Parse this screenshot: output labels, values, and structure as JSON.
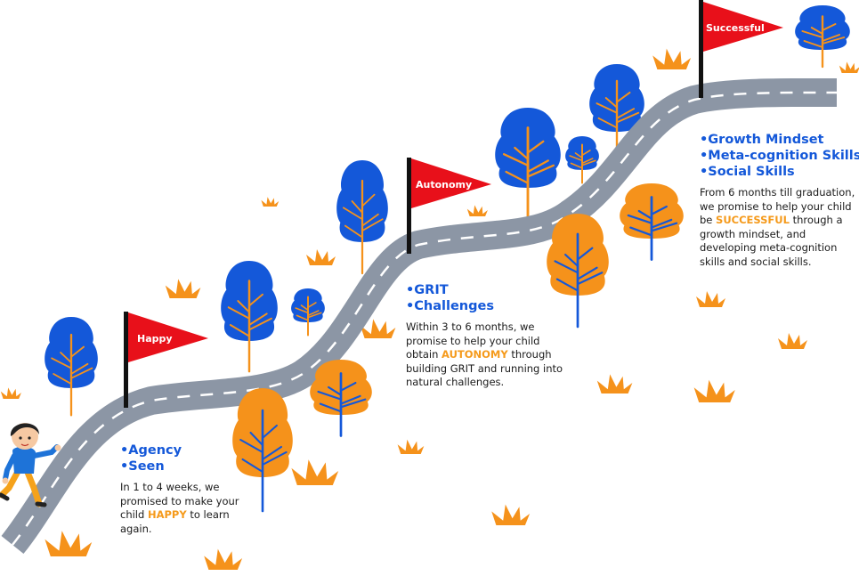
{
  "colors": {
    "road": "#8c96a5",
    "blue_tree": "#1458d9",
    "orange_tree": "#f5921b",
    "flag": "#e8101a",
    "heading": "#1458d9",
    "highlight": "#f59a1b"
  },
  "flags": [
    {
      "label": "Happy"
    },
    {
      "label": "Autonomy"
    },
    {
      "label": "Successful"
    }
  ],
  "stages": [
    {
      "headings": [
        "•Agency",
        "•Seen"
      ],
      "text_before": "In 1 to 4 weeks, we promised to make your child ",
      "highlight": "HAPPY",
      "text_after": " to learn again."
    },
    {
      "headings": [
        "•GRIT",
        "•Challenges"
      ],
      "text_before": "Within 3 to 6 months, we promise to help your child obtain ",
      "highlight": "AUTONOMY",
      "text_after": " through building GRIT and running into natural challenges."
    },
    {
      "headings": [
        "•Growth Mindset",
        "•Meta-cognition Skills",
        "•Social Skills"
      ],
      "text_before": "From 6 months till graduation, we promise to help your child be ",
      "highlight": "SUCCESSFUL",
      "text_after": " through a growth mindset, and developing meta-cognition skills and social skills."
    }
  ]
}
